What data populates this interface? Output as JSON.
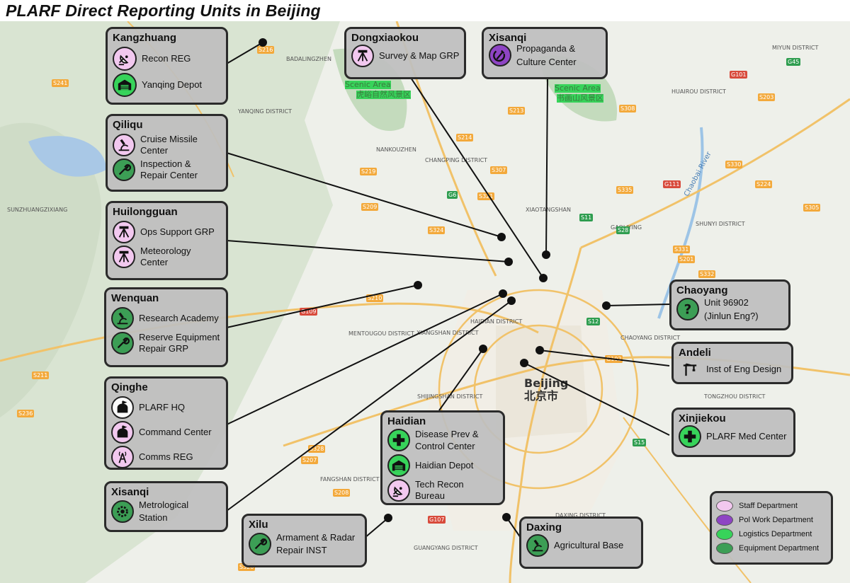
{
  "title": "PLARF Direct Reporting Units in Beijing",
  "colors": {
    "staff": "#f2c8ef",
    "pol_work": "#8e44c4",
    "logistics": "#37d35a",
    "equipment": "#3c9e55"
  },
  "map_labels": {
    "beijing": "Beijing",
    "beijing_cn": "北京市",
    "scenic1": "Scenic Area",
    "scenic1_cn": "虎峪自然风景区",
    "scenic2": "Scenic Area",
    "scenic2_cn": "书画山风景区",
    "chaobai": "Chaobai River",
    "badaling": "BADALINGZHEN",
    "miyun": "MIYUN DISTRICT",
    "huairou": "HUAIROU DISTRICT",
    "changping": "CHANGPING DISTRICT",
    "shunyi": "SHUNYI DISTRICT",
    "mentougou": "MENTOUGOU DISTRICT",
    "fangshan": "FANGSHAN DISTRICT",
    "haidian": "HAIDIAN DISTRICT",
    "chaoyang": "CHAOYANG DISTRICT",
    "daxing": "DAXING DISTRICT",
    "tongzhou": "TONGZHOU DISTRICT",
    "yanqing": "YANQING DISTRICT",
    "shijingshan": "SHIJINGSHAN DISTRICT",
    "guangyang": "GUANGYANG DISTRICT",
    "xiangshan": "XIANGSHAN DISTRICT",
    "nankou": "NANKOUZHEN",
    "xiaotangshan": "XIAOTANGSHAN",
    "gaoliying": "GAOLIYING",
    "sunzhuang": "SUNZHUANGZIXIANG"
  },
  "roads": [
    "S216",
    "S241",
    "G6",
    "S213",
    "S308",
    "G101",
    "G45",
    "S203",
    "S307",
    "S321",
    "S335",
    "S219",
    "S214",
    "G111",
    "S331",
    "S330",
    "S324",
    "S11",
    "S28",
    "S12",
    "G102",
    "S201",
    "S332",
    "S224",
    "S305",
    "S211",
    "S236",
    "S328",
    "S207",
    "S208",
    "G107",
    "S15",
    "S320",
    "S209",
    "S210",
    "G109"
  ],
  "units": {
    "kangzhuang": {
      "title": "Kangzhuang",
      "items": [
        "Recon REG",
        "Yanqing Depot"
      ]
    },
    "qiliqu": {
      "title": "Qiliqu",
      "items": [
        "Cruise Missile Center",
        "Inspection & Repair Center"
      ]
    },
    "huilongguan": {
      "title": "Huilongguan",
      "items": [
        "Ops Support GRP",
        "Meteorology Center"
      ]
    },
    "wenquan": {
      "title": "Wenquan",
      "items": [
        "Research Academy",
        "Reserve Equipment Repair GRP"
      ]
    },
    "qinghe": {
      "title": "Qinghe",
      "items": [
        "PLARF HQ",
        "Command Center",
        "Comms REG"
      ]
    },
    "xisanqi_sw": {
      "title": "Xisanqi",
      "items": [
        "Metrological Station"
      ]
    },
    "xilu": {
      "title": "Xilu",
      "items": [
        "Armament & Radar Repair INST"
      ]
    },
    "haidian": {
      "title": "Haidian",
      "items": [
        "Disease Prev & Control Center",
        "Haidian Depot",
        "Tech Recon Bureau"
      ]
    },
    "daxing": {
      "title": "Daxing",
      "items": [
        "Agricultural Base"
      ]
    },
    "dongxiaokou": {
      "title": "Dongxiaokou",
      "items": [
        "Survey & Map GRP"
      ]
    },
    "xisanqi_n": {
      "title": "Xisanqi",
      "items": [
        "Propaganda & Culture Center"
      ]
    },
    "chaoyang": {
      "title": "Chaoyang",
      "items": [
        "Unit 96902 (Jinlun Eng?)"
      ]
    },
    "andeli": {
      "title": "Andeli",
      "items": [
        "Inst of Eng Design"
      ]
    },
    "xinjiekou": {
      "title": "Xinjiekou",
      "items": [
        "PLARF Med Center"
      ]
    }
  },
  "legend": [
    "Staff Department",
    "Pol Work Department",
    "Logistics Department",
    "Equipment Department"
  ]
}
